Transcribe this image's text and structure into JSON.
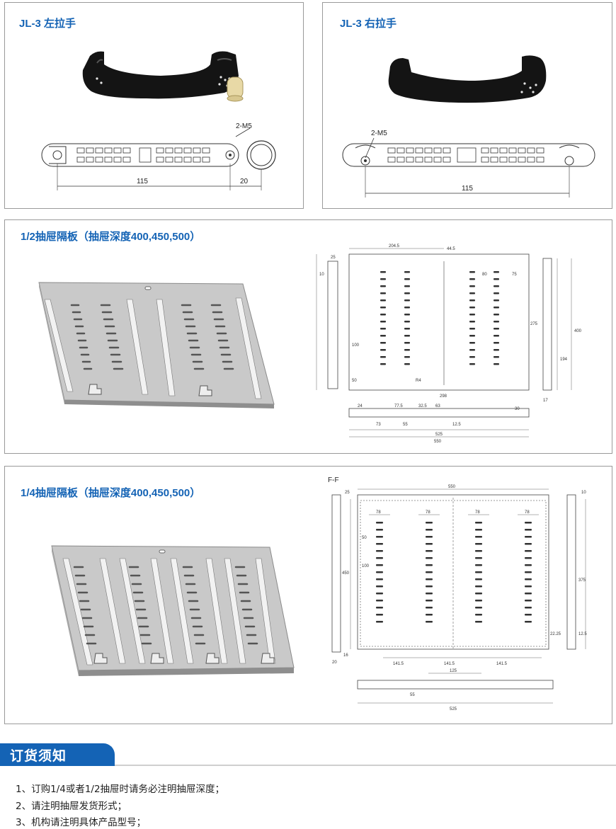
{
  "panels": {
    "left_handle": {
      "title": "JL-3 左拉手",
      "hole_label": "2-M5",
      "dim_main": "115",
      "dim_side": "20"
    },
    "right_handle": {
      "title": "JL-3 右拉手",
      "hole_label": "2-M5",
      "dim_main": "115"
    },
    "half_divider": {
      "title": "1/2抽屉隔板（抽屉深度400,450,500）",
      "dims": [
        "204.5",
        "44.5",
        "25",
        "10",
        "80",
        "75",
        "275",
        "100",
        "50",
        "R4",
        "298",
        "24",
        "77.5",
        "32.5",
        "63",
        "73",
        "55",
        "12.5",
        "525",
        "550",
        "400",
        "194",
        "17",
        "30"
      ]
    },
    "quarter_divider": {
      "title": "1/4抽屉隔板（抽屉深度400,450,500）",
      "section_label": "F-F",
      "dims": [
        "550",
        "25",
        "10",
        "78",
        "450",
        "50",
        "100",
        "375",
        "22.25",
        "12.5",
        "141.5",
        "20",
        "16",
        "125",
        "55",
        "525"
      ]
    }
  },
  "ordering": {
    "title": "订货须知",
    "notes": [
      "1、订购1/4或者1/2抽屉时请务必注明抽屉深度；",
      "2、请注明抽屉发货形式；",
      "3、机构请注明具体产品型号；"
    ]
  },
  "colors": {
    "accent": "#1463b5",
    "border": "#9a9a9a",
    "handle": "#151515",
    "plate": "#c9c9c9"
  }
}
